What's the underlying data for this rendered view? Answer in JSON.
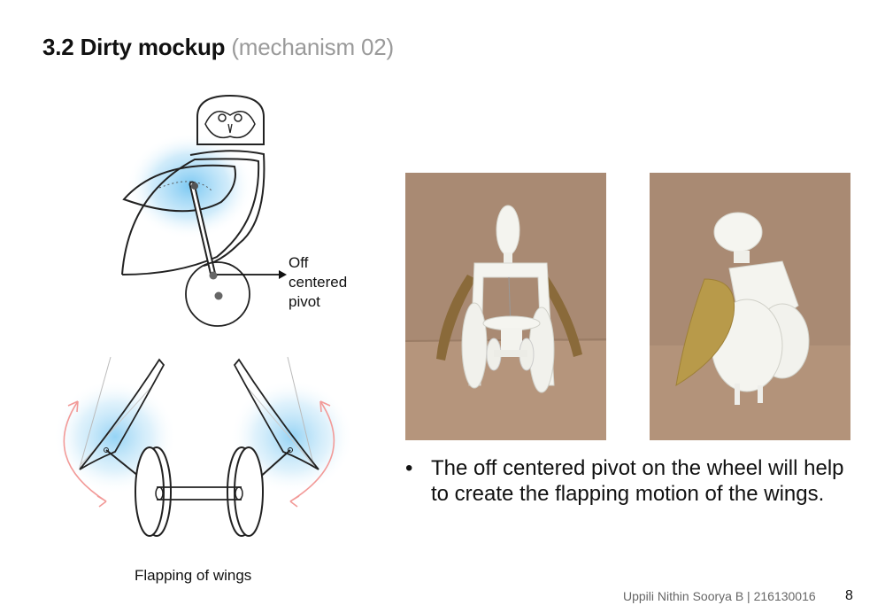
{
  "slide": {
    "title_main": "3.2 Dirty mockup",
    "title_sub": "(mechanism 02)"
  },
  "sketch_top": {
    "label_line1": "Off",
    "label_line2": "centered",
    "label_line3": "pivot"
  },
  "sketch_bottom": {
    "caption": "Flapping of wings"
  },
  "photos": [
    {
      "name": "front view of mockup"
    },
    {
      "name": "side view of mockup"
    }
  ],
  "bullet": {
    "marker": "•",
    "text": "The off centered pivot on the wheel will help to create the flapping motion of the wings."
  },
  "footer": {
    "author": "Uppili Nithin Soorya B | 216130016",
    "page": "8"
  },
  "colors": {
    "glow_blue": "#4fb6ee",
    "arrow_red": "#f29a98",
    "cardboard": "#a98a73",
    "foam": "#f4f4ef",
    "gold_paper": "#b89a4a"
  }
}
